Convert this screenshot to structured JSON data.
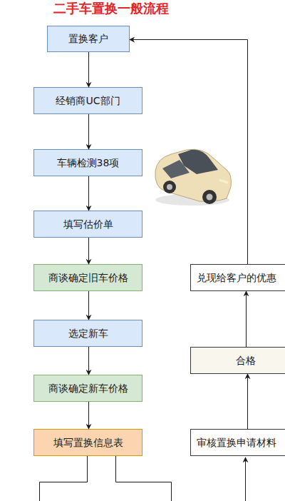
{
  "diagram": {
    "title": "二手车置换一般流程",
    "nodes": [
      {
        "text": [
          "置换客户"
        ]
      },
      {
        "text": [
          "经销商UC部门"
        ]
      },
      {
        "text": [
          "车辆检测38项"
        ]
      },
      {
        "text": [
          "填写估价单"
        ]
      },
      {
        "text": [
          "商谈确定旧车价格"
        ]
      },
      {
        "text": [
          "选定新车"
        ]
      },
      {
        "text": [
          "商谈确定新车价格"
        ]
      },
      {
        "text": [
          "填写置换信息表"
        ]
      },
      {
        "text": [
          "兑现给客户的优惠"
        ]
      },
      {
        "text": [
          "合格"
        ]
      },
      {
        "text": [
          "审核置换申请材料"
        ]
      }
    ],
    "edges": [
      {
        "from": 0,
        "to": 1,
        "arrow": "to"
      },
      {
        "from": 1,
        "to": 2,
        "arrow": "to"
      },
      {
        "from": 2,
        "to": 3,
        "arrow": "to"
      },
      {
        "from": 3,
        "to": 4,
        "arrow": "to"
      },
      {
        "from": 4,
        "to": 5,
        "arrow": "to"
      },
      {
        "from": 5,
        "to": 6,
        "arrow": "to"
      },
      {
        "from": 6,
        "to": 7,
        "arrow": "to"
      },
      {
        "from": 10,
        "to": 9,
        "arrow": "to"
      },
      {
        "from": 9,
        "to": 8,
        "arrow": "to"
      },
      {
        "from": 8,
        "to": 0,
        "arrow": "to"
      }
    ]
  }
}
